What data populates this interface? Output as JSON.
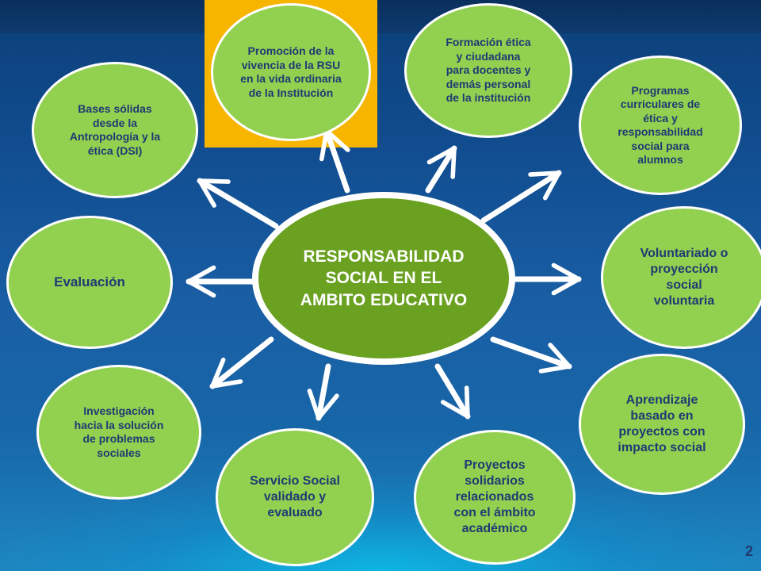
{
  "center": {
    "label": "RESPONSABILIDAD\nSOCIAL  EN EL\nAMBITO EDUCATIVO"
  },
  "nodes": {
    "promocion": "Promoción de la\nvivencia de la RSU\nen la vida ordinaria\nde la Institución",
    "formacion": "Formación ética\ny ciudadana\npara docentes y\ndemás personal\nde la institución",
    "programas": "Programas\ncurriculares de\nética y\nresponsabilidad\nsocial para\nalumnos",
    "voluntariado": "Voluntariado o\nproyección\nsocial\nvoluntaria",
    "aprendizaje": "Aprendizaje\nbasado en\nproyectos con\nimpacto social",
    "proyectos": "Proyectos\nsolidarios\nrelacionados\ncon el ámbito\nacadémico",
    "servicio": "Servicio Social\nvalidado y\nevaluado",
    "investigacion": "Investigación\nhacia la solución\nde problemas\nsociales",
    "evaluacion": "Evaluación",
    "bases": "Bases sólidas\ndesde la\nAntropología y la\nética (DSI)"
  },
  "page_number": "2",
  "colors": {
    "background": "#124f93",
    "node_fill": "#92d050",
    "center_fill": "#6aa121",
    "highlight": "#f7b500",
    "node_text": "#1f3a73",
    "arrow": "#ffffff"
  }
}
